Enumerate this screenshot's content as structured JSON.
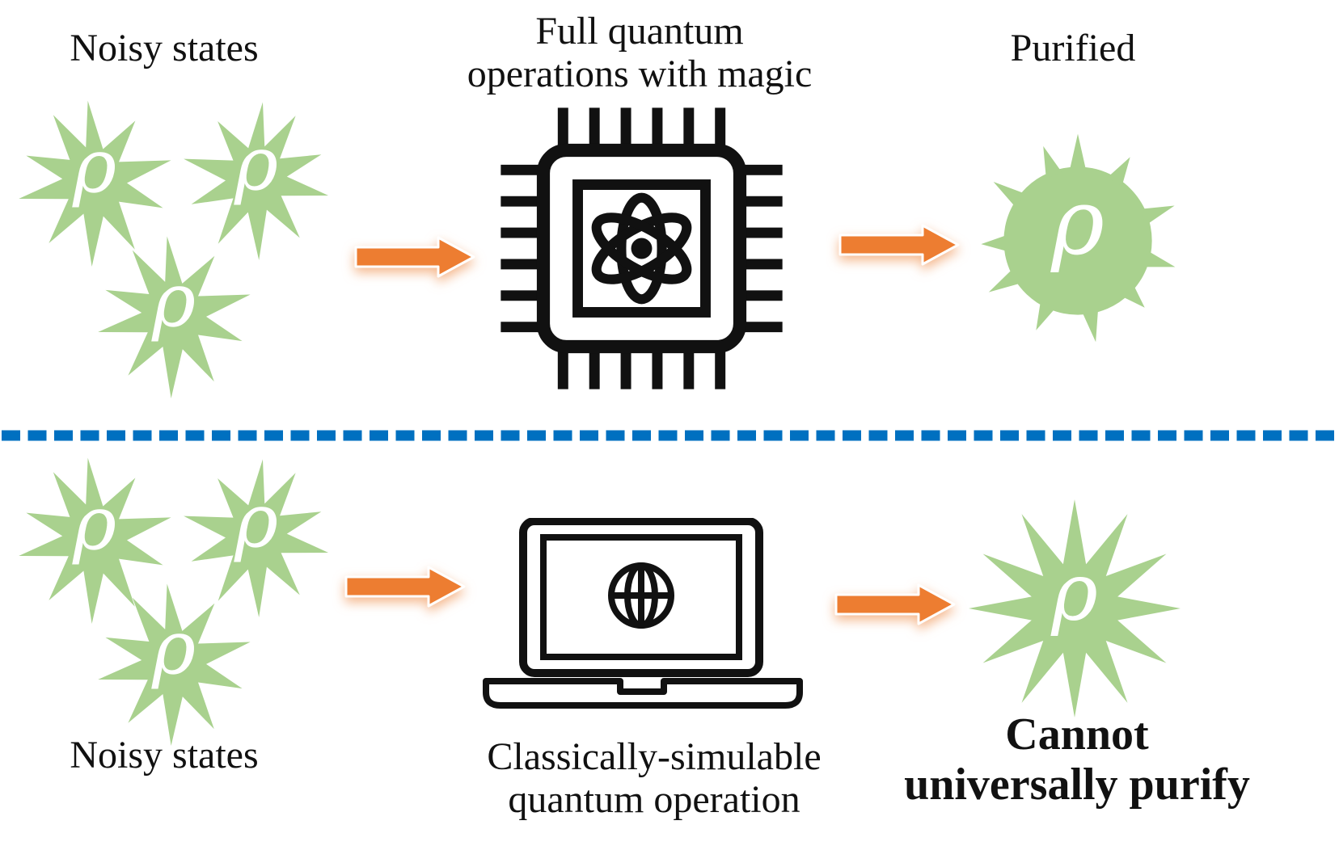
{
  "colors": {
    "green": "#A9D18E",
    "orange": "#ED7D31",
    "blue": "#0070C0",
    "text": "#111111",
    "icon": "#111111"
  },
  "symbols": {
    "rho": "ρ"
  },
  "top": {
    "noisy_label": "Noisy states",
    "operation_label_line1": "Full quantum",
    "operation_label_line2": "operations with magic",
    "result_label": "Purified"
  },
  "bottom": {
    "noisy_label": "Noisy states",
    "operation_label_line1": "Classically-simulable",
    "operation_label_line2": "quantum operation",
    "result_label_line1": "Cannot",
    "result_label_line2": "universally purify"
  },
  "icons": {
    "noisy_state": "starburst-explosion-shape",
    "purified_state": "spiked-circle-shape",
    "failed_state": "twelve-point-burst-shape",
    "processor": "quantum-chip-icon",
    "atom": "atom-icon",
    "laptop": "laptop-icon",
    "globe": "globe-icon",
    "arrow": "right-arrow-icon",
    "divider": "blue-dashed-separator"
  }
}
